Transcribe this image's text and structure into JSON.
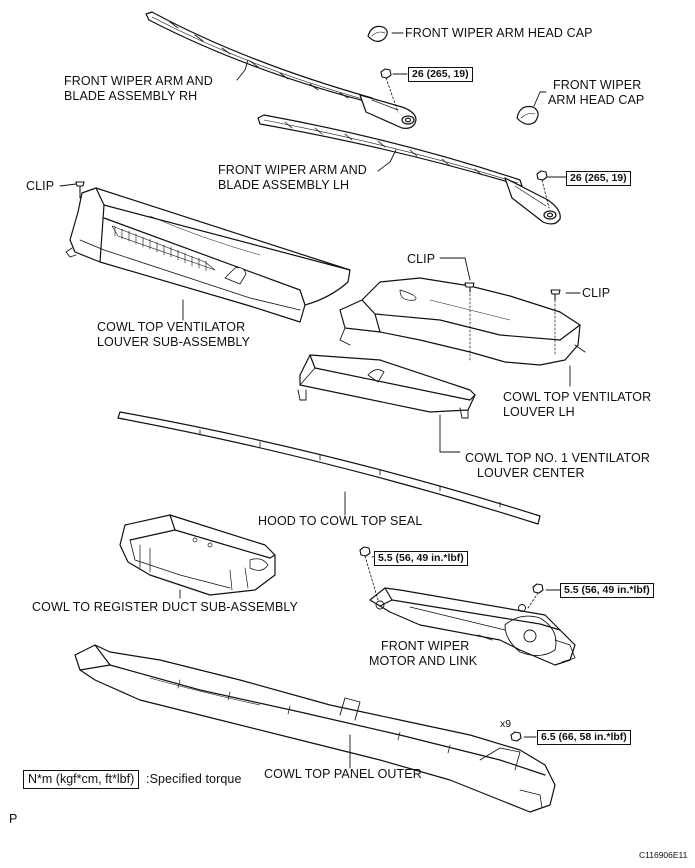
{
  "labels": {
    "cap_rh": "FRONT WIPER ARM HEAD CAP",
    "cap_lh_1": "FRONT WIPER",
    "cap_lh_2": "ARM HEAD CAP",
    "arm_rh_1": "FRONT WIPER ARM AND",
    "arm_rh_2": "BLADE ASSEMBLY RH",
    "arm_lh_1": "FRONT WIPER ARM AND",
    "arm_lh_2": "BLADE ASSEMBLY LH",
    "clip_left": "CLIP",
    "clip_mid": "CLIP",
    "clip_right": "CLIP",
    "louver_sub_1": "COWL TOP VENTILATOR",
    "louver_sub_2": "LOUVER SUB-ASSEMBLY",
    "louver_lh_1": "COWL TOP VENTILATOR",
    "louver_lh_2": "LOUVER LH",
    "louver_center_1": "COWL TOP NO. 1 VENTILATOR",
    "louver_center_2": "LOUVER CENTER",
    "hood_seal": "HOOD TO COWL TOP SEAL",
    "duct": "COWL TO REGISTER DUCT SUB-ASSEMBLY",
    "motor_1": "FRONT WIPER",
    "motor_2": "MOTOR AND LINK",
    "panel_outer": "COWL TOP PANEL OUTER",
    "qty": "x9"
  },
  "torque": {
    "arm_rh": "26 (265, 19)",
    "arm_lh": "26 (265, 19)",
    "motor_left": "5.5 (56, 49 in.*lbf)",
    "motor_right": "5.5 (56, 49 in.*lbf)",
    "panel": "6.5 (66, 58 in.*lbf)"
  },
  "legend": {
    "unit": "N*m (kgf*cm, ft*lbf)",
    "text": ":Specified torque"
  },
  "page_marker": "P",
  "figure_code": "C116906E11"
}
